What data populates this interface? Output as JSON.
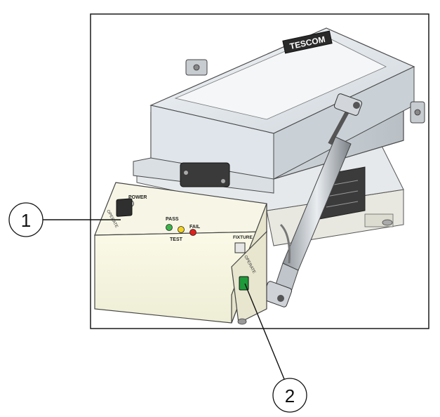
{
  "figure": {
    "brand": "TESCOM",
    "panel": {
      "power_label": "POWER",
      "pass_label": "PASS",
      "fail_label": "FAIL",
      "test_label": "TEST",
      "fixture_label": "FIXTURE",
      "left_side_label": "OPERATE",
      "right_side_label": "OPERATE"
    },
    "callouts": [
      {
        "number": "1"
      },
      {
        "number": "2"
      }
    ],
    "colors": {
      "pass_led": "#3bb54a",
      "test_led": "#f2d21f",
      "fail_led": "#e0201c",
      "power_switch": "#2f2f2f",
      "operate_switch": "#1f9a3a"
    }
  }
}
